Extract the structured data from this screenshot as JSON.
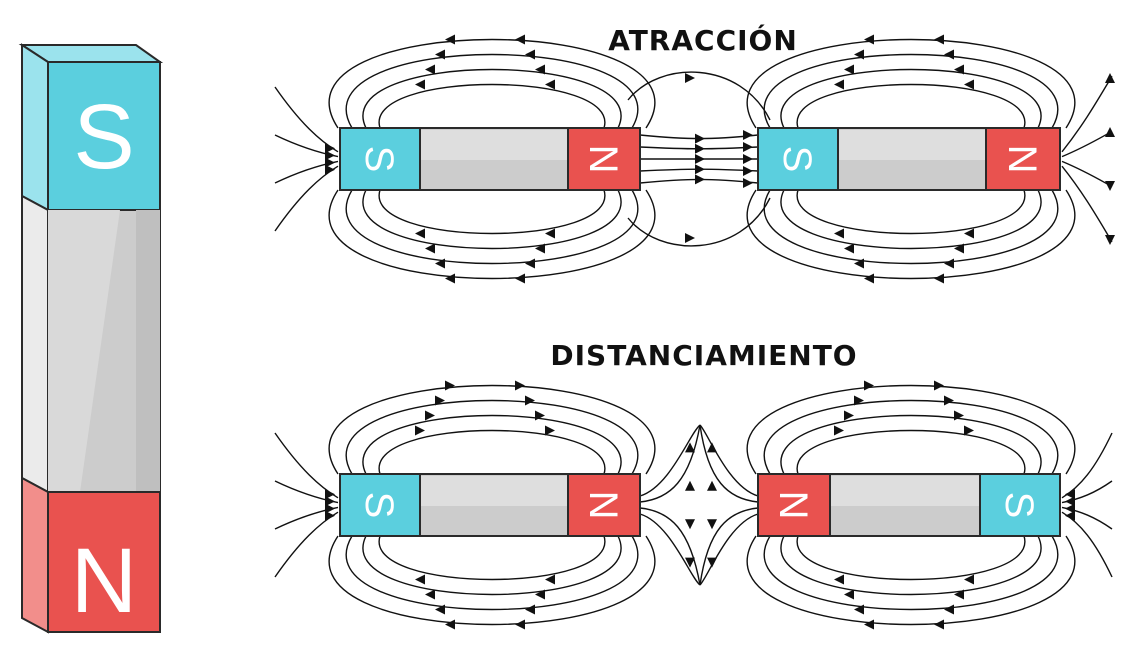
{
  "diagram": {
    "title_attraction": "ATRACCIÓN",
    "title_repulsion": "DISTANCIAMIENTO",
    "pole_south": "S",
    "pole_north": "N"
  },
  "colors": {
    "south": "#5bcfde",
    "south_light": "#9be3ed",
    "north": "#e9524f",
    "north_light": "#f28e8b",
    "body": "#cccccc",
    "body_light": "#ebebeb",
    "outline": "#2a2a2a",
    "line": "#111111"
  }
}
